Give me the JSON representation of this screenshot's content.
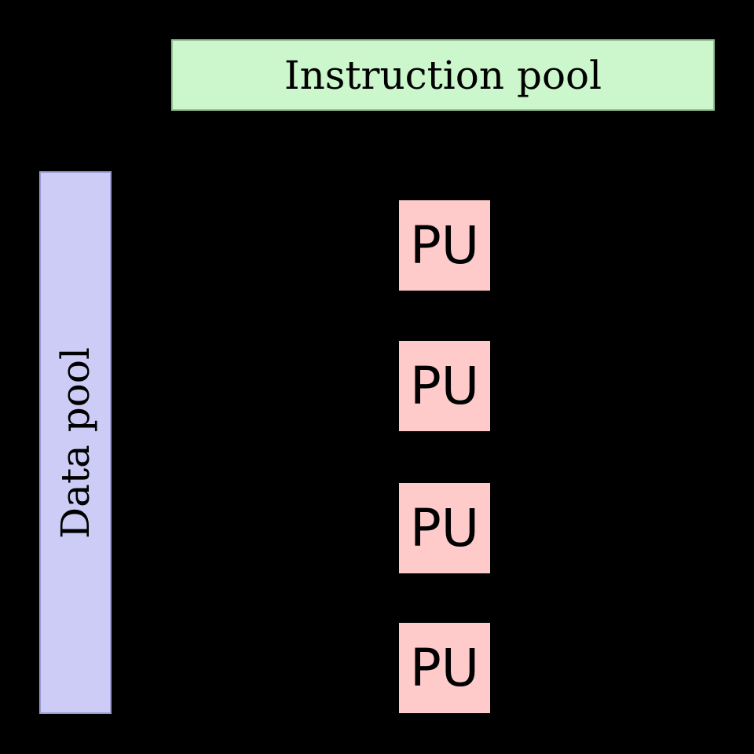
{
  "colors": {
    "background": "#000000",
    "instruction-fill": "#ccf7cc",
    "instruction-border": "#95c295",
    "data-fill": "#ccccf7",
    "data-border": "#9b9bd0",
    "pu-fill": "#ffcaca",
    "text": "#000000"
  },
  "instruction_pool": {
    "label": "Instruction pool"
  },
  "data_pool": {
    "label": "Data pool"
  },
  "processing_units": [
    {
      "label": "PU"
    },
    {
      "label": "PU"
    },
    {
      "label": "PU"
    },
    {
      "label": "PU"
    }
  ]
}
